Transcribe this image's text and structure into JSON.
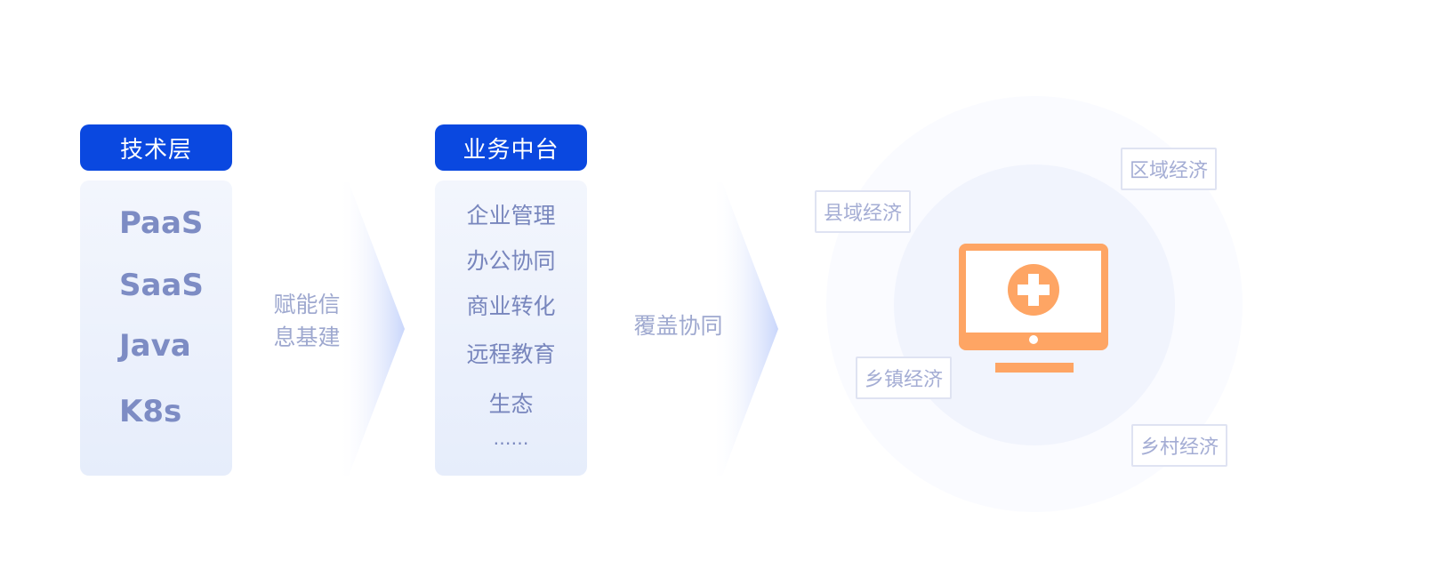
{
  "tech_layer": {
    "title": "技术层",
    "items": [
      "PaaS",
      "SaaS",
      "Java",
      "K8s"
    ]
  },
  "arrow_1": {
    "line1": "赋能信",
    "line2": "息基建"
  },
  "business_center": {
    "title": "业务中台",
    "items": [
      "企业管理",
      "办公协同",
      "商业转化",
      "远程教育",
      "生态",
      "……"
    ]
  },
  "arrow_2": {
    "label": "覆盖协同"
  },
  "economy": {
    "tags": [
      "区域经济",
      "县域经济",
      "乡镇经济",
      "乡村经济"
    ],
    "center_icon": "monitor-plus-icon"
  },
  "colors": {
    "header_blue": "#0a48e0",
    "icon_orange": "#fea564",
    "text_muted": "#7886bd"
  }
}
